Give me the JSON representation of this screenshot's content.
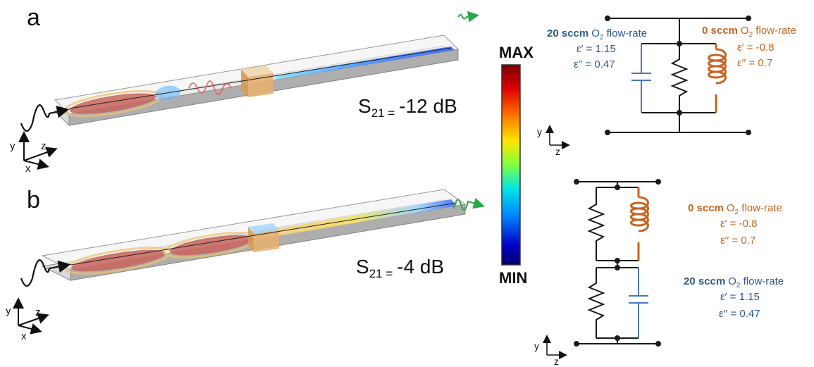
{
  "panels": {
    "a": {
      "letter": "a",
      "s21_text": "S",
      "s21_sub": "21 =",
      "s21_value": "-12 dB",
      "axes": {
        "y": "y",
        "z": "z",
        "x": "x"
      }
    },
    "b": {
      "letter": "b",
      "s21_text": "S",
      "s21_sub": "21 =",
      "s21_value": "-4 dB",
      "axes": {
        "y": "y",
        "z": "z",
        "x": "x"
      }
    }
  },
  "colorbar": {
    "max_label": "MAX",
    "min_label": "MIN",
    "colors": [
      "#7a0000",
      "#e00000",
      "#ff7a00",
      "#ffe600",
      "#7fff3f",
      "#00e5e5",
      "#0080ff",
      "#0000c8",
      "#00006e"
    ]
  },
  "circuit_a": {
    "left": {
      "bold": "20 sccm",
      "o2": "O",
      "o2_sub": "2",
      "rest": " flow-rate",
      "eps1": "ε′ = 1.15",
      "eps2": "ε′′ = 0.47"
    },
    "right": {
      "bold": "0 sccm",
      "o2": "O",
      "o2_sub": "2",
      "rest": " flow-rate",
      "eps1": "ε′ = -0.8",
      "eps2": "ε′′ = 0.7"
    },
    "axes": {
      "y": "y",
      "z": "z"
    }
  },
  "circuit_b": {
    "top": {
      "bold": "0 sccm",
      "o2": "O",
      "o2_sub": "2",
      "rest": " flow-rate",
      "eps1": "ε′ = -0.8",
      "eps2": "ε′′ = 0.7"
    },
    "bottom": {
      "bold": "20 sccm",
      "o2": "O",
      "o2_sub": "2",
      "rest": " flow-rate",
      "eps1": "ε′ = 1.15",
      "eps2": "ε′′ = 0.47"
    },
    "axes": {
      "y": "y",
      "z": "z"
    }
  },
  "colors": {
    "blue_label": "#2e5a8a",
    "orange_label": "#c8641e",
    "capacitor": "#4a78b8",
    "inductor": "#c8641e",
    "wire": "#1a1a1a",
    "output_arrow": "#2aa845"
  }
}
